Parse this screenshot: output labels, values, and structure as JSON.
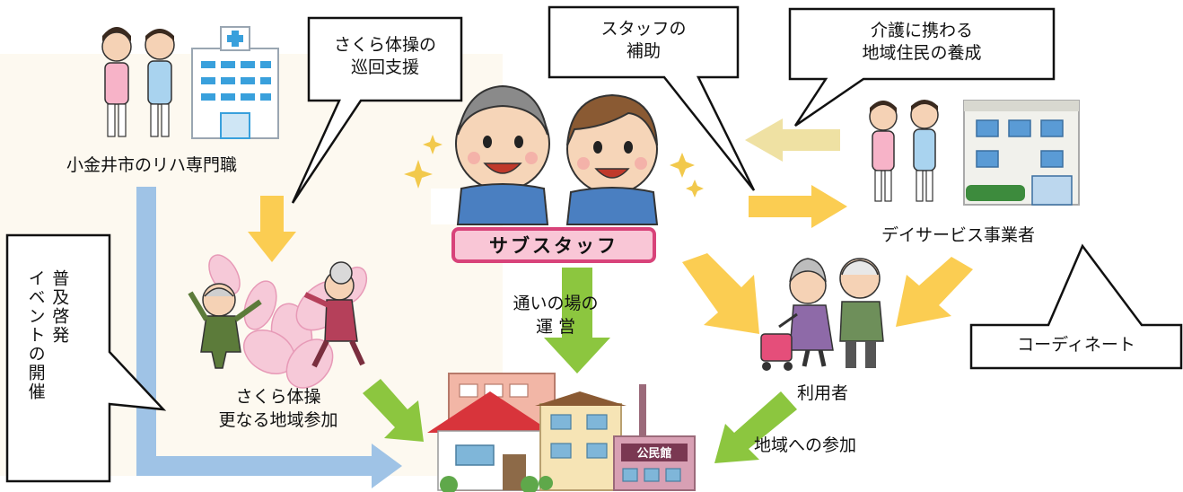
{
  "nodes": {
    "rehab": "小金井市のリハ専門職",
    "substaff": "サブスタッフ",
    "dayservice": "デイサービス事業者",
    "sakura": [
      "さくら体操",
      "更なる地域参加"
    ],
    "users": "利用者"
  },
  "callouts": {
    "junkai": [
      "さくら体操の",
      "巡回支援"
    ],
    "hojo": [
      "スタッフの",
      "補助"
    ],
    "kaigo": [
      "介護に携わる",
      "地域住民の養成"
    ],
    "coordinate": "コーディネート",
    "event": [
      "普及啓発",
      "イベントの開催"
    ]
  },
  "edge_labels": {
    "kayoi": [
      "通いの場の",
      "運 営"
    ],
    "sanka": "地域への参加"
  },
  "illustration_labels": {
    "kominkan": "公民館"
  },
  "colors": {
    "yellow_arrow": "#fbcd52",
    "green_arrow": "#8cc63f",
    "blue_arrow": "#9fc3e6",
    "pale_arrow": "#efe1a3",
    "badge_border": "#d8437a",
    "badge_fill": "#f9c6d6"
  }
}
